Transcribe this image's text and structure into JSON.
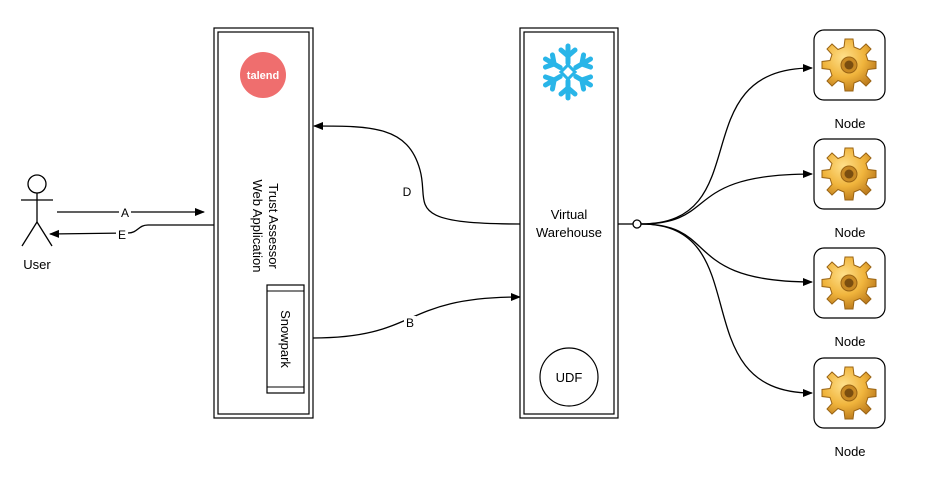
{
  "actor": {
    "label": "User"
  },
  "edges": {
    "a": "A",
    "b": "B",
    "d": "D",
    "e": "E"
  },
  "web_app": {
    "logo_text": "talend",
    "title_line1": "Trust Assessor",
    "title_line2": "Web Application",
    "module": "Snowpark"
  },
  "warehouse": {
    "title_line1": "Virtual",
    "title_line2": "Warehouse",
    "udf": "UDF",
    "logo_icon": "snowflake-icon"
  },
  "nodes": [
    {
      "label": "Node",
      "icon": "gear-icon"
    },
    {
      "label": "Node",
      "icon": "gear-icon"
    },
    {
      "label": "Node",
      "icon": "gear-icon"
    },
    {
      "label": "Node",
      "icon": "gear-icon"
    }
  ],
  "colors": {
    "talend_red": "#EF6E6E",
    "snowflake_blue": "#29B5E8",
    "gear_gold": "#F0B43C",
    "stroke": "#000000"
  }
}
